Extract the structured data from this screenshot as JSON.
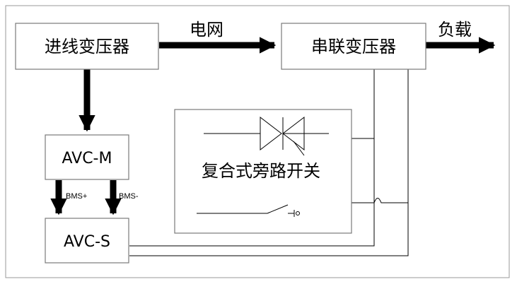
{
  "blocks": {
    "incoming_transformer": "进线变压器",
    "series_transformer": "串联变压器",
    "avc_m": "AVC-M",
    "avc_s": "AVC-S",
    "bypass_switch": "复合式旁路开关"
  },
  "labels": {
    "grid": "电网",
    "load": "负载",
    "bms_plus": "BMS+",
    "bms_minus": "BMS-"
  }
}
